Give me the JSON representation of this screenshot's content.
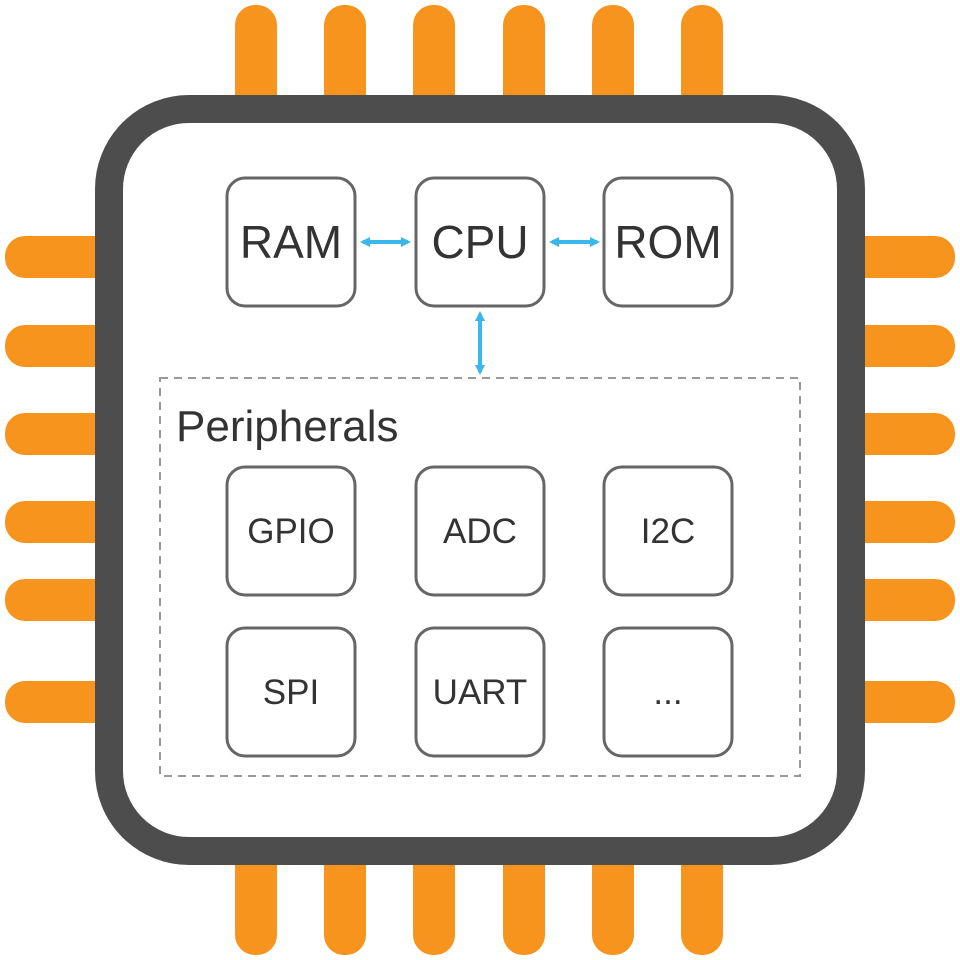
{
  "colors": {
    "pin": "#F7941D",
    "chip_border": "#4D4D4D",
    "chip_fill": "#FFFFFF",
    "block_border": "#666666",
    "arrow": "#3BB8EB",
    "dashed_border": "#999999",
    "text": "#333333"
  },
  "core": {
    "ram": "RAM",
    "cpu": "CPU",
    "rom": "ROM"
  },
  "peripherals": {
    "title": "Peripherals",
    "items": [
      "GPIO",
      "ADC",
      "I2C",
      "SPI",
      "UART",
      "..."
    ]
  }
}
